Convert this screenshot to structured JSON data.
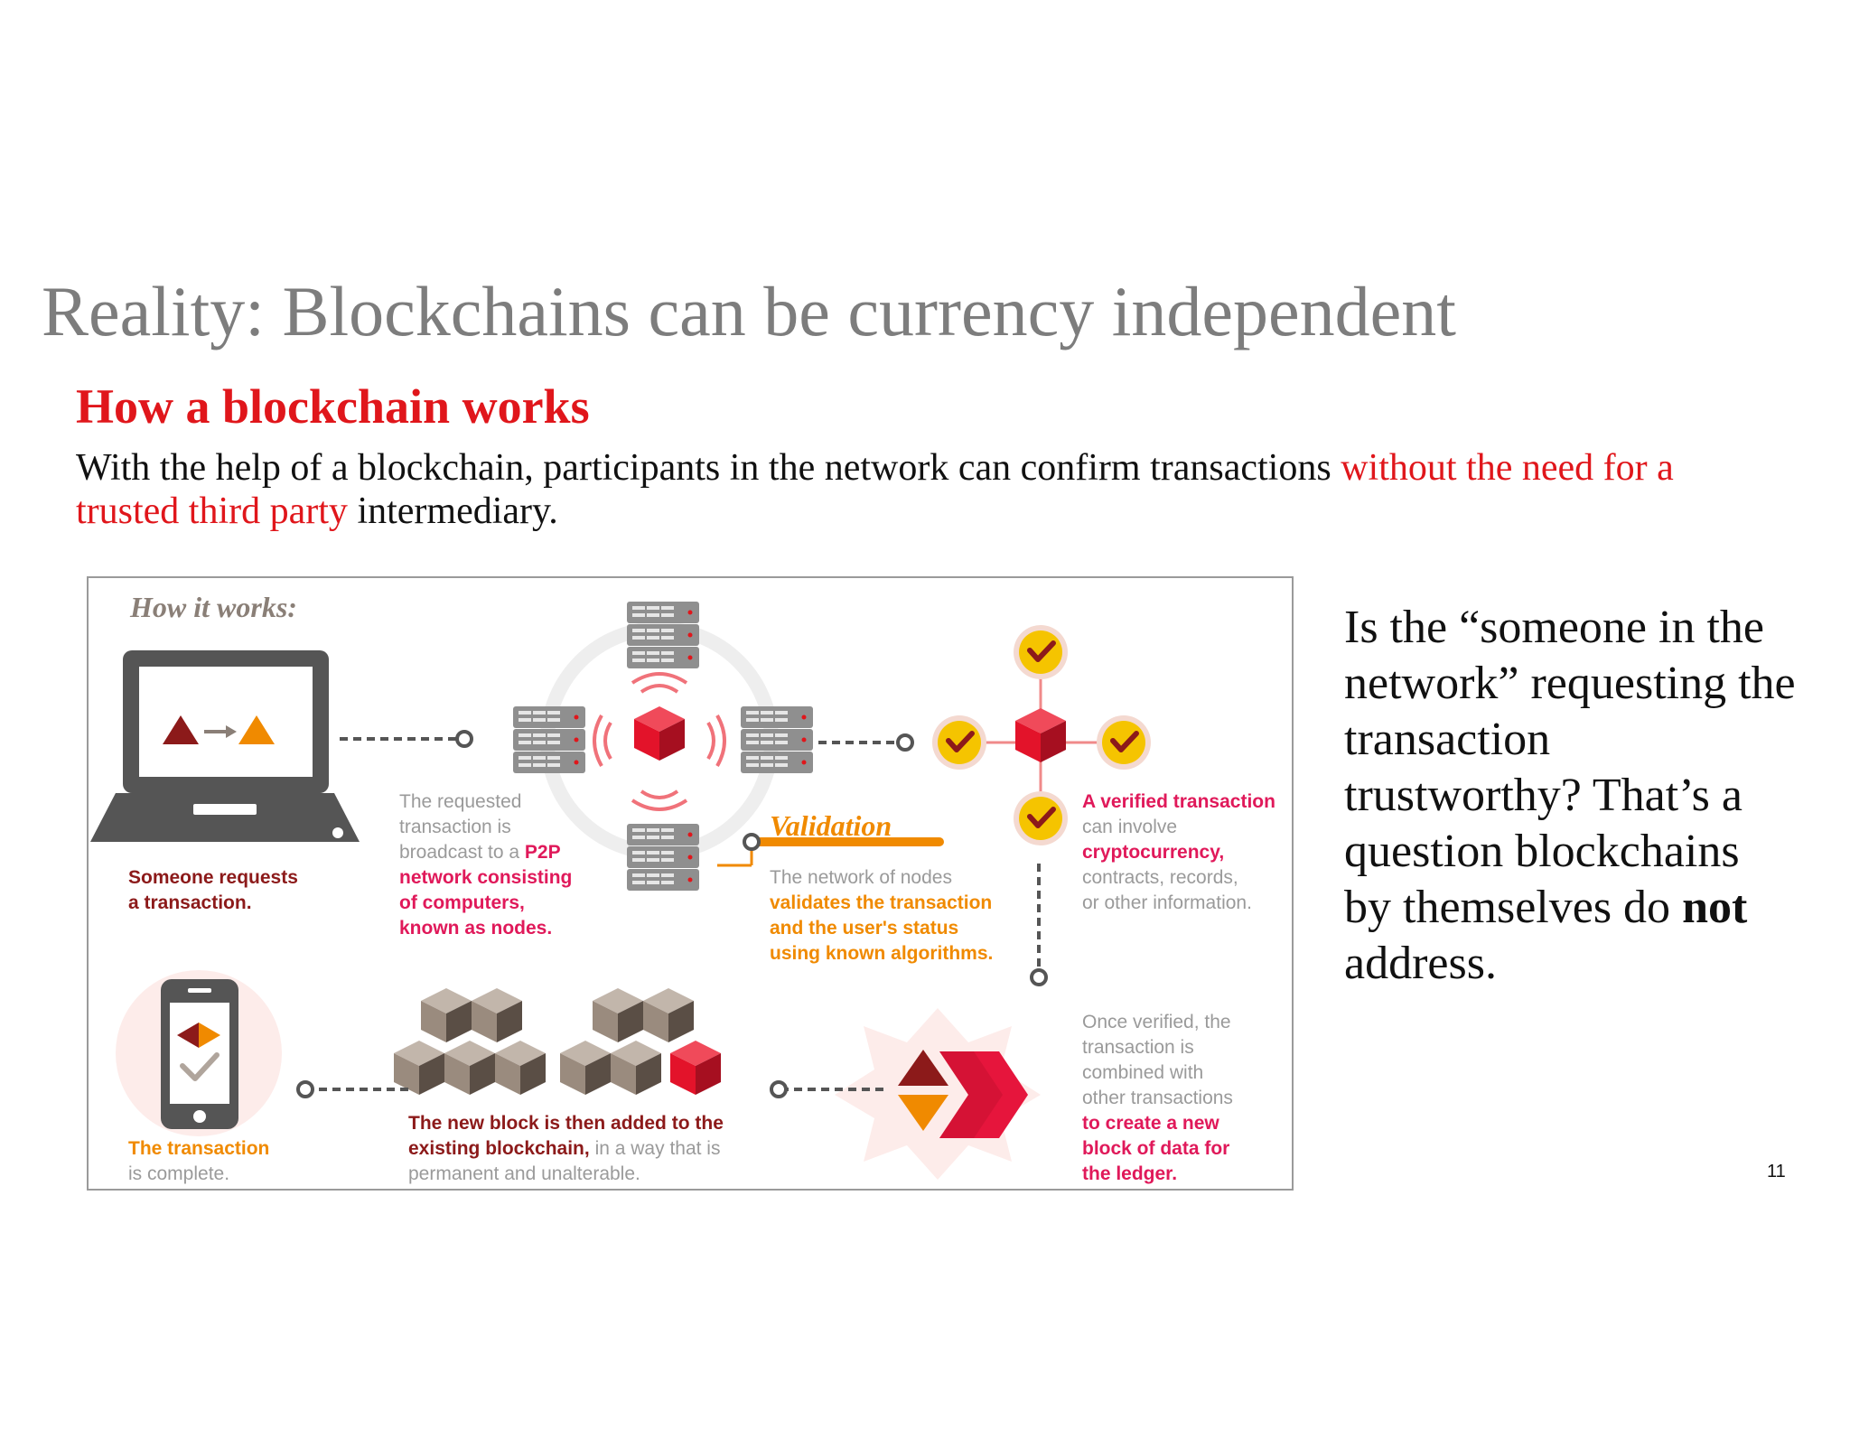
{
  "slide": {
    "title": "Reality: Blockchains can be currency independent",
    "subtitle": "How a blockchain works",
    "intro": {
      "part1": "With the help of a blockchain, participants in the network can confirm transactions ",
      "highlight": "without the need for a trusted third party",
      "part2": " intermediary."
    },
    "question": {
      "part1": "Is the “someone in the network” requesting the transaction trustworthy? That’s a question blockchains by themselves do ",
      "bold": "not",
      "part2": " address."
    },
    "page_number": "11"
  },
  "infographic": {
    "heading": "How it works:",
    "step1": {
      "line1": "Someone requests",
      "line2": "a transaction."
    },
    "step2": {
      "line1": "The requested",
      "line2": "transaction is",
      "line3a": "broadcast to a ",
      "line3b": "P2P",
      "line4": "network consisting",
      "line5": "of computers,",
      "line6": "known as nodes."
    },
    "step3": {
      "heading": "Validation",
      "line1": "The network of nodes",
      "line2": "validates the transaction",
      "line3": "and the user's status",
      "line4": "using known algorithms."
    },
    "step4": {
      "line1": "A verified transaction",
      "line2": "can involve",
      "line3": "cryptocurrency,",
      "line4": "contracts, records,",
      "line5": "or other information."
    },
    "step5": {
      "line1": "Once verified, the",
      "line2": "transaction is",
      "line3": "combined with",
      "line4": "other transactions",
      "line5": "to create a new",
      "line6": "block of data for",
      "line7": "the ledger."
    },
    "step6": {
      "line1": "The new block is then added to the",
      "line2a": "existing blockchain,",
      "line2b": " in a way that is",
      "line3": "permanent and unalterable."
    },
    "step7": {
      "line1": "The transaction",
      "line2": "is complete."
    }
  },
  "colors": {
    "title_gray": "#7d7d7d",
    "accent_red": "#e0161b",
    "dark_red": "#8c1a1a",
    "orange": "#f08a00",
    "pink": "#e0195a",
    "gold": "#f5c400"
  }
}
